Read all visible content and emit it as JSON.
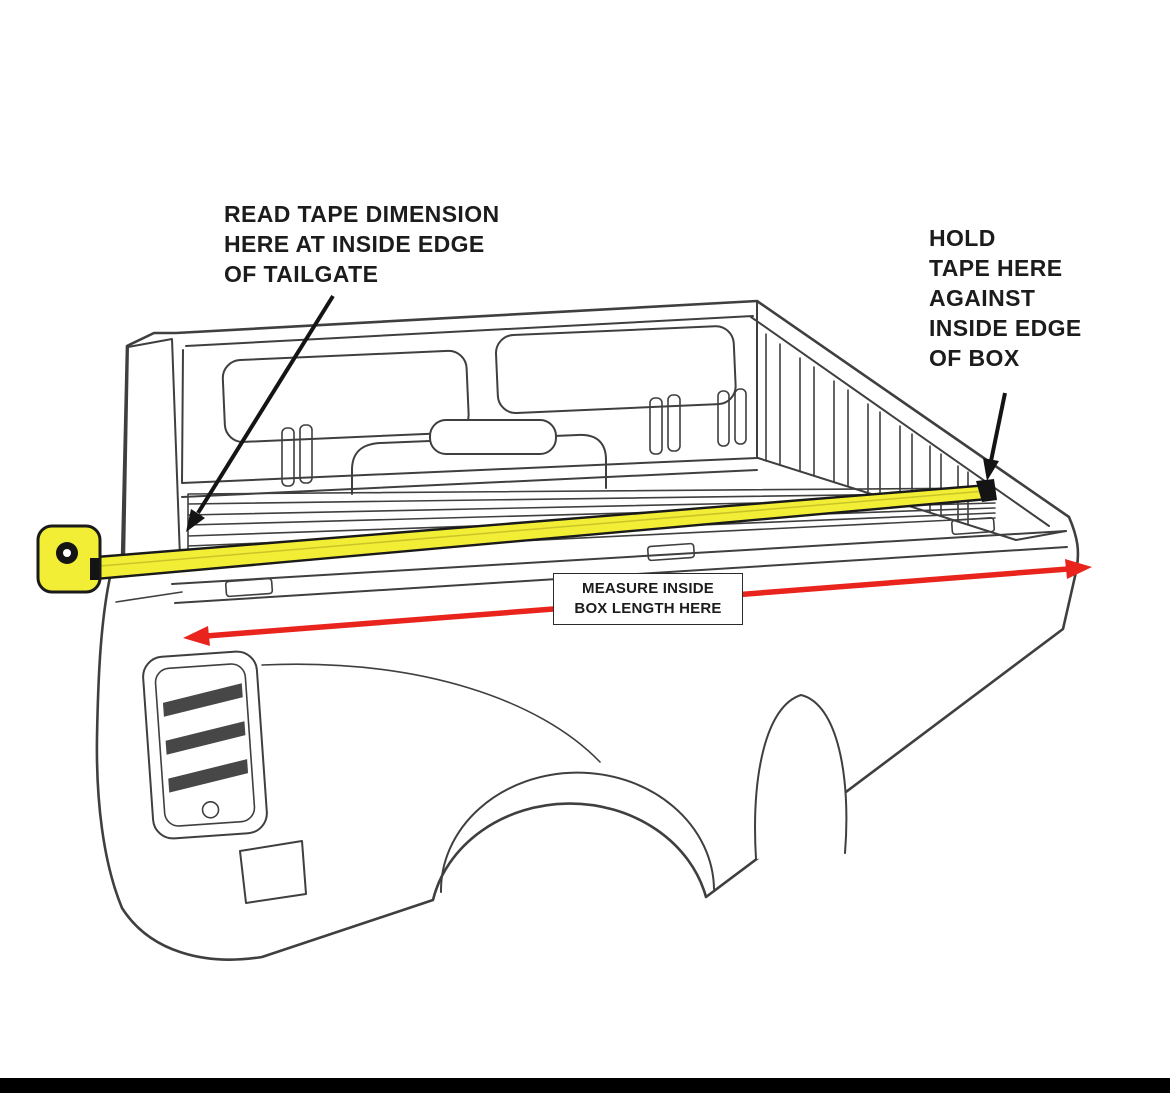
{
  "labels": {
    "read_tape": "READ TAPE DIMENSION\nHERE AT INSIDE EDGE\nOF TAILGATE",
    "hold_tape": "HOLD\nTAPE HERE\nAGAINST\nINSIDE EDGE\nOF BOX",
    "measure": "MEASURE INSIDE\nBOX LENGTH HERE"
  },
  "colors": {
    "tape-yellow": "#f2ee35",
    "arrow-red": "#e9241c",
    "line": "#3f3f3f",
    "ink": "#1c1c1c",
    "bar": "#000000"
  }
}
